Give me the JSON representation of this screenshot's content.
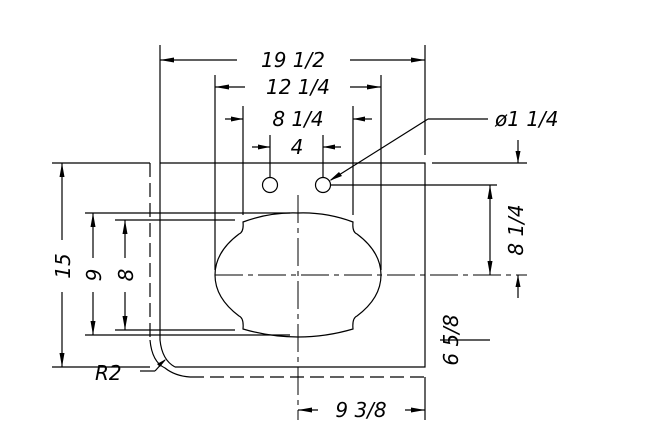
{
  "drawing": {
    "dimensions": {
      "overall_width": "19 1/2",
      "bowl_width": "12 1/4",
      "bowl_flat_width": "8 1/4",
      "hole_spacing": "4",
      "hole_diameter": "ø1 1/4",
      "hole_to_center": "8 1/4",
      "center_to_edge": "6 5/8",
      "overall_depth": "15",
      "bowl_depth": "9",
      "bowl_flat_depth": "8",
      "corner_radius": "R2",
      "center_offset": "9 3/8"
    }
  }
}
